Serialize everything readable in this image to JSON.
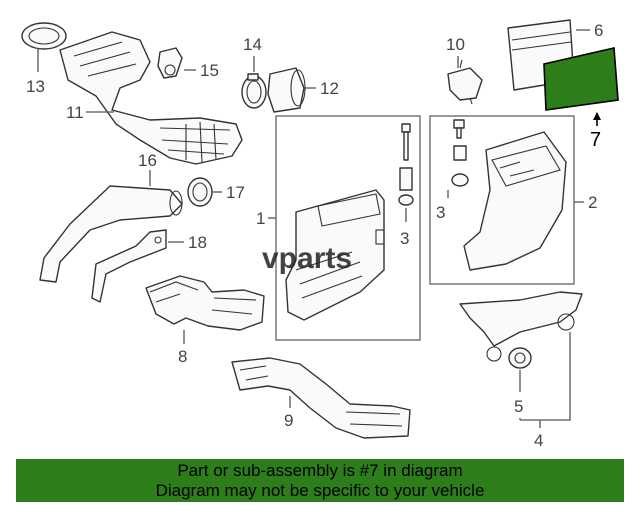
{
  "diagram": {
    "watermark": "vparts",
    "callouts": {
      "c1": "1",
      "c2": "2",
      "c3a": "3",
      "c3b": "3",
      "c4": "4",
      "c5": "5",
      "c6": "6",
      "c7": "7",
      "c8": "8",
      "c9": "9",
      "c10": "10",
      "c11": "11",
      "c12": "12",
      "c13": "13",
      "c14": "14",
      "c15": "15",
      "c16": "16",
      "c17": "17",
      "c18": "18"
    },
    "highlight_color": "#2e7d1b"
  },
  "banner": {
    "line1": "Part or sub-assembly is #7 in diagram",
    "line2": "Diagram may not be specific to your vehicle",
    "color": "#2e7d1b"
  }
}
